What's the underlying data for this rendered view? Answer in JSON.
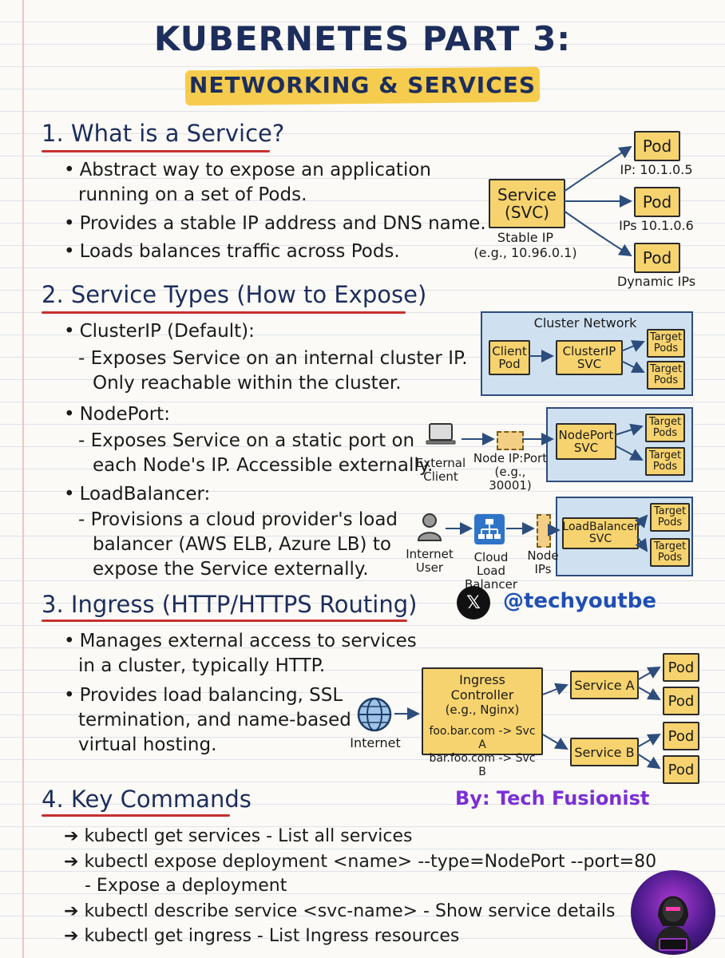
{
  "title": "KUBERNETES PART 3:",
  "subtitle": "NETWORKING & SERVICES",
  "s1": {
    "num": "1.",
    "heading": "What is a Service?",
    "bullets": [
      "Abstract way to expose an application",
      "running on a set of Pods.",
      "Provides a stable IP address and DNS name.",
      "Loads balances traffic across Pods."
    ],
    "diagram": {
      "service": "Service",
      "svc": "(SVC)",
      "stable": "Stable IP",
      "stable_eg": "(e.g., 10.96.0.1)",
      "pod": "Pod",
      "ip1": "IP: 10.1.0.5",
      "ip2": "IPs 10.1.0.6",
      "ip3": "Dynamic IPs"
    }
  },
  "s2": {
    "num": "2.",
    "heading": "Service Types (How to Expose)",
    "clusterip": {
      "title": "ClusterIP (Default):",
      "l1": "- Exposes Service on an internal cluster IP.",
      "l2": "Only reachable within the cluster."
    },
    "nodeport": {
      "title": "NodePort:",
      "l1": "- Exposes Service on a static port on",
      "l2": "each Node's IP. Accessible externally."
    },
    "lb": {
      "title": "LoadBalancer:",
      "l1": "- Provisions a cloud provider's load",
      "l2": "balancer (AWS ELB, Azure LB) to",
      "l3": "expose the Service externally."
    },
    "d1": {
      "panel": "Cluster Network",
      "client1": "Client",
      "client2": "Pod",
      "cip1": "ClusterIP",
      "cip2": "SVC",
      "t1": "Target",
      "t2": "Pods"
    },
    "d2": {
      "ext1": "External",
      "ext2": "Client",
      "np1": "Node IP:Port",
      "np2": "(e.g., 30001)",
      "svc1": "NodePort",
      "svc2": "SVC",
      "t1": "Target",
      "t2": "Pods"
    },
    "d3": {
      "u1": "Internet",
      "u2": "User",
      "c1": "Cloud Load",
      "c2": "Balancer",
      "n1": "Node",
      "n2": "IPs",
      "svc1": "LoadBalancer",
      "svc2": "SVC",
      "t1": "Target",
      "t2": "Pods"
    }
  },
  "handle": "@techyoutbe",
  "s3": {
    "num": "3.",
    "heading": "Ingress (HTTP/HTTPS Routing)",
    "b1a": "Manages external access to services",
    "b1b": "in a cluster, typically HTTP.",
    "b2a": "Provides load balancing, SSL",
    "b2b": "termination, and name-based",
    "b2c": "virtual hosting.",
    "diagram": {
      "internet": "Internet",
      "ic1": "Ingress Controller",
      "ic2": "(e.g., Nginx)",
      "r1": "foo.bar.com -> Svc A",
      "r2": "bar.foo.com -> Svc B",
      "sa": "Service A",
      "sb": "Service B",
      "pod": "Pod"
    }
  },
  "byline": "By: Tech Fusionist",
  "s4": {
    "num": "4.",
    "heading": "Key Commands",
    "c1": "kubectl get services - List all services",
    "c2": "kubectl expose deployment <name> --type=NodePort --port=80",
    "c2b": "- Expose a deployment",
    "c3": "kubectl describe service <svc-name> - Show service details",
    "c4": "kubectl get ingress - List Ingress resources"
  }
}
